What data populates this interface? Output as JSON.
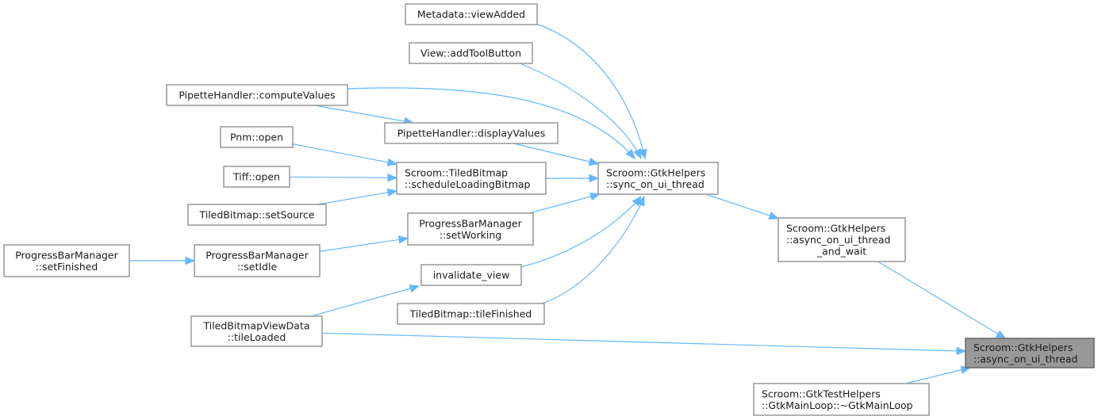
{
  "graph": {
    "type": "caller-graph",
    "colors": {
      "edge": "#63b8ff",
      "node_border": "#999999",
      "focus_fill": "#999999",
      "text": "#1a1a1a"
    },
    "nodes": [
      {
        "id": "n_async",
        "lines": [
          "Scroom::GtkHelpers",
          "::async_on_ui_thread"
        ],
        "focus": true
      },
      {
        "id": "n_wait",
        "lines": [
          "Scroom::GtkHelpers",
          "::async_on_ui_thread",
          "_and_wait"
        ]
      },
      {
        "id": "n_sync",
        "lines": [
          "Scroom::GtkHelpers",
          "::sync_on_ui_thread"
        ]
      },
      {
        "id": "n_mainloop",
        "lines": [
          "Scroom::GtkTestHelpers",
          "::GtkMainLoop::~GtkMainLoop"
        ]
      },
      {
        "id": "n_tileloaded",
        "lines": [
          "TiledBitmapViewData",
          "::tileLoaded"
        ]
      },
      {
        "id": "n_viewadded",
        "lines": [
          "Metadata::viewAdded"
        ]
      },
      {
        "id": "n_addtool",
        "lines": [
          "View::addToolButton"
        ]
      },
      {
        "id": "n_compute",
        "lines": [
          "PipetteHandler::computeValues"
        ]
      },
      {
        "id": "n_display",
        "lines": [
          "PipetteHandler::displayValues"
        ]
      },
      {
        "id": "n_sched",
        "lines": [
          "Scroom::TiledBitmap",
          "::scheduleLoadingBitmap"
        ]
      },
      {
        "id": "n_pnm",
        "lines": [
          "Pnm::open"
        ]
      },
      {
        "id": "n_tiff",
        "lines": [
          "Tiff::open"
        ]
      },
      {
        "id": "n_setsource",
        "lines": [
          "TiledBitmap::setSource"
        ]
      },
      {
        "id": "n_working",
        "lines": [
          "ProgressBarManager",
          "::setWorking"
        ]
      },
      {
        "id": "n_idle",
        "lines": [
          "ProgressBarManager",
          "::setIdle"
        ]
      },
      {
        "id": "n_finished",
        "lines": [
          "ProgressBarManager",
          "::setFinished"
        ]
      },
      {
        "id": "n_invalidate",
        "lines": [
          "invalidate_view"
        ]
      },
      {
        "id": "n_tilefinished",
        "lines": [
          "TiledBitmap::tileFinished"
        ]
      }
    ],
    "edges": [
      {
        "from": "n_wait",
        "to": "n_async"
      },
      {
        "from": "n_tileloaded",
        "to": "n_async"
      },
      {
        "from": "n_mainloop",
        "to": "n_async"
      },
      {
        "from": "n_sync",
        "to": "n_wait"
      },
      {
        "from": "n_viewadded",
        "to": "n_sync"
      },
      {
        "from": "n_addtool",
        "to": "n_sync"
      },
      {
        "from": "n_compute",
        "to": "n_sync"
      },
      {
        "from": "n_display",
        "to": "n_sync"
      },
      {
        "from": "n_sched",
        "to": "n_sync"
      },
      {
        "from": "n_working",
        "to": "n_sync"
      },
      {
        "from": "n_invalidate",
        "to": "n_sync"
      },
      {
        "from": "n_tilefinished",
        "to": "n_sync"
      },
      {
        "from": "n_compute",
        "to": "n_display"
      },
      {
        "from": "n_pnm",
        "to": "n_sched"
      },
      {
        "from": "n_tiff",
        "to": "n_sched"
      },
      {
        "from": "n_setsource",
        "to": "n_sched"
      },
      {
        "from": "n_idle",
        "to": "n_working"
      },
      {
        "from": "n_finished",
        "to": "n_idle"
      },
      {
        "from": "n_tileloaded",
        "to": "n_invalidate"
      }
    ]
  }
}
